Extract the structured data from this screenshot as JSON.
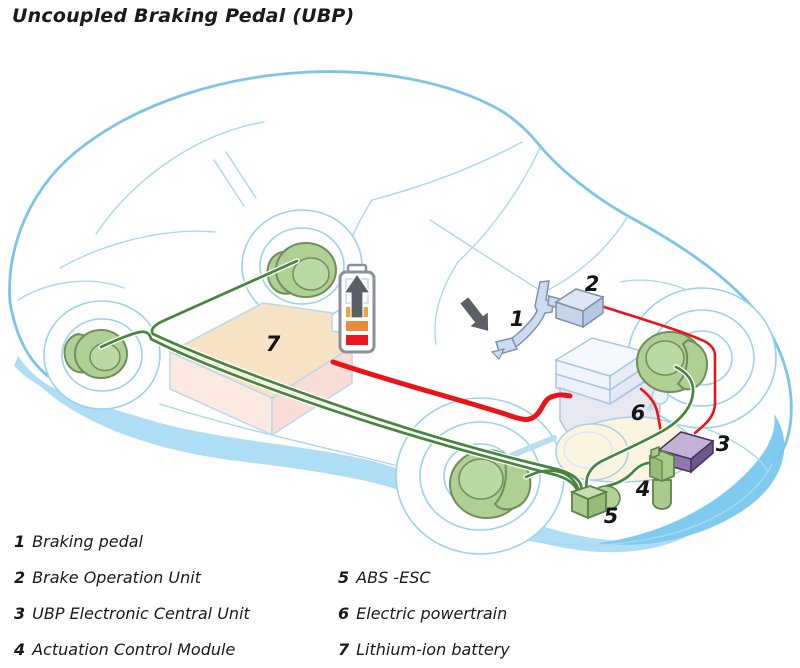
{
  "title": "Uncoupled Braking Pedal (UBP)",
  "diagram": {
    "callouts": [
      {
        "num": "1",
        "label": "Braking pedal"
      },
      {
        "num": "2",
        "label": "Brake Operation Unit"
      },
      {
        "num": "3",
        "label": "UBP Electronic Central Unit"
      },
      {
        "num": "4",
        "label": "Actuation Control Module"
      },
      {
        "num": "5",
        "label": "ABS -ESC"
      },
      {
        "num": "6",
        "label": "Electric powertrain"
      },
      {
        "num": "7",
        "label": "Lithium-ion battery"
      }
    ],
    "battery_charge_icon": {
      "arrow": "up",
      "segments_total": 5,
      "segments_filled": 3
    }
  },
  "legend": {
    "columns": [
      {
        "items": [
          {
            "num": "1",
            "label": "Braking pedal"
          },
          {
            "num": "2",
            "label": "Brake Operation Unit"
          },
          {
            "num": "3",
            "label": "UBP Electronic Central Unit"
          },
          {
            "num": "4",
            "label": "Actuation Control Module"
          }
        ]
      },
      {
        "items": [
          {
            "num": "5",
            "label": "ABS -ESC"
          },
          {
            "num": "6",
            "label": "Electric powertrain"
          },
          {
            "num": "7",
            "label": "Lithium-ion battery"
          }
        ]
      }
    ]
  },
  "colors": {
    "car_outline_blue": "#7CC5E9",
    "car_detail_blue": "#A9D8F0",
    "shadow_blue": "#AEDDF6",
    "brake_line_green": "#47853E",
    "power_line_red": "#EA1418",
    "component_green": "#AFCF93",
    "battery_top": "#F8E4C4",
    "battery_side": "#F9DDD6",
    "ecu_purple_top": "#C3B1D6",
    "ecu_purple_front": "#8F79AC",
    "unit_box_blue": "#C5D4EA",
    "powertrain_white": "#F3F6FC",
    "arrow_gray": "#5A6066",
    "gauge_orange": "#F0A33F",
    "gauge_red": "#EE1520"
  }
}
